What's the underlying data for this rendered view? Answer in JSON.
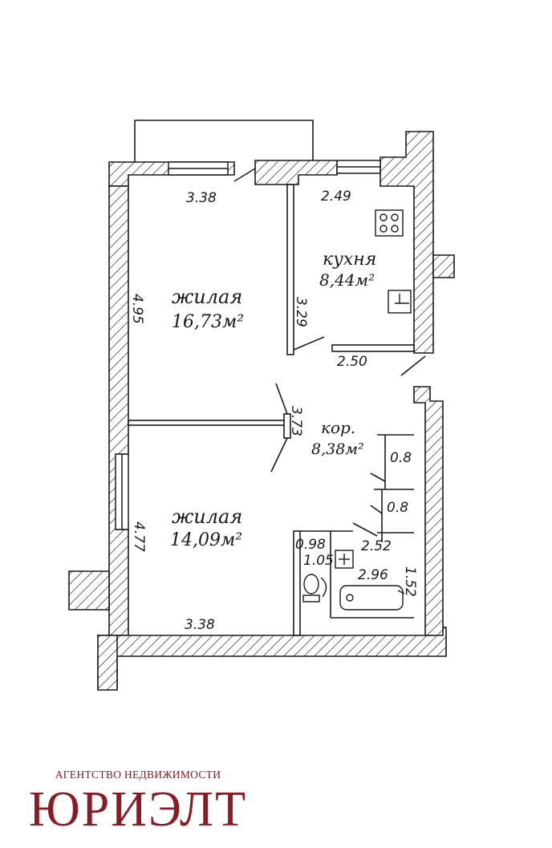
{
  "colors": {
    "ink": "#1a1a1a",
    "brand": "#8a1a24"
  },
  "rooms": {
    "living1": {
      "name": "жилая",
      "area": "16,73м²"
    },
    "kitchen": {
      "name": "кухня",
      "area": "8,44м²"
    },
    "corridor": {
      "name": "кор.",
      "area": "8,38м²"
    },
    "living2": {
      "name": "жилая",
      "area": "14,09м²"
    }
  },
  "dimensions": {
    "living1_width": "3.38",
    "kitchen_width": "2.49",
    "kitchen_depth": "3.29",
    "living1_depth": "4.95",
    "kitchen_bottom": "2.50",
    "corridor_depth": "3.73",
    "closet1": "0.8",
    "closet2": "0.8",
    "wc_width": "0.98",
    "wc_depth": "1.05",
    "bath_top": "2.52",
    "bath_width": "2.96",
    "bath_depth": "1.52",
    "living2_depth": "4.77",
    "living2_width": "3.38"
  },
  "icons": [
    "stove-icon",
    "sink-icon",
    "bathtub-icon",
    "toilet-icon",
    "washbasin-icon"
  ],
  "branding": {
    "tagline": "АГЕНТСТВО НЕДВИЖИМОСТИ",
    "name": "ЮРИЭЛТ"
  }
}
